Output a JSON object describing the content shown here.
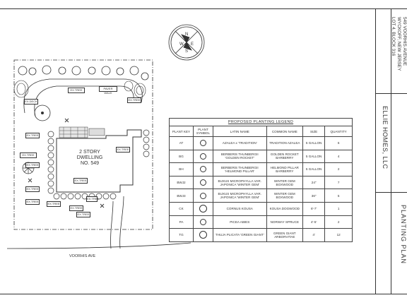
{
  "site_plan": {
    "dwelling_lines": [
      "2 STORY",
      "DWELLING",
      "NO. 549"
    ],
    "street_label": "VOORHIS AVE",
    "tags": {
      "t1": "EX.TREE",
      "t2": "PAVER WALK",
      "t3": "EX.DECK",
      "t4": "EX.TREE",
      "t5": "EX.TREE",
      "t6": "EX.TREE",
      "t7": "EX.TREE",
      "t8": "EX.TREE",
      "t9": "EX.TREE",
      "t10": "EX.TREE",
      "t11": "EX.TREE",
      "t12": "EX.TREE",
      "t13": "EX.TREE",
      "t14": "EX.TREE",
      "t15": "EX.TREE"
    }
  },
  "legend": {
    "title": "PROPOSED PLANTING LEGEND",
    "headers": [
      "PLANT KEY",
      "PLANT SYMBOL",
      "LATIN NAME",
      "COMMON NAME",
      "SIZE",
      "QUANTITY"
    ],
    "rows": [
      {
        "key": "AT",
        "latin": "AZALEA x 'TRADITION'",
        "common": "TRADITION AZALEA",
        "size": "5 GALLON",
        "qty": "6"
      },
      {
        "key": "BG",
        "latin": "BERBERIS THUNBERGII 'GOLDEN ROCKET'",
        "common": "GOLDEN ROCKET BARBERRY",
        "size": "5 GALLON",
        "qty": "4"
      },
      {
        "key": "BH",
        "latin": "BERBERIS THUNBERGII 'HELMOND PILLAR'",
        "common": "HELMOND PILLAR BARBERRY",
        "size": "5 GALLON",
        "qty": "2"
      },
      {
        "key": "BWJ2",
        "latin": "BUXUS MICROPHYLLA VAR. JAPONICA 'WINTER GEM'",
        "common": "WINTER GEM BOXWOOD",
        "size": "24\"",
        "qty": "7"
      },
      {
        "key": "BWJ3",
        "latin": "BUXUS MICROPHYLLA VAR. JAPONICA 'WINTER GEM'",
        "common": "WINTER GEM BOXWOOD",
        "size": "36\"",
        "qty": "5"
      },
      {
        "key": "CK",
        "latin": "CORNUS KOUSA",
        "common": "KOUSA DOGWOOD",
        "size": "6'-7'",
        "qty": "1"
      },
      {
        "key": "PA",
        "latin": "PICEA ABIES",
        "common": "NORWAY SPRUCE",
        "size": "4'-5'",
        "qty": "2"
      },
      {
        "key": "TG",
        "latin": "THUJA PLICATA 'GREEN GIANT'",
        "common": "GREEN GIANT ARBORVITAE",
        "size": "4'",
        "qty": "12"
      }
    ]
  },
  "title_block": {
    "address_lines": [
      "549 VOORHIS AVENUE",
      "WYCKOFF, NEW JERSEY",
      "LOT 4, BLOCK 316"
    ],
    "company": "ELLIE HOMES, LLC",
    "sheet_title": "PLANTING PLAN"
  }
}
